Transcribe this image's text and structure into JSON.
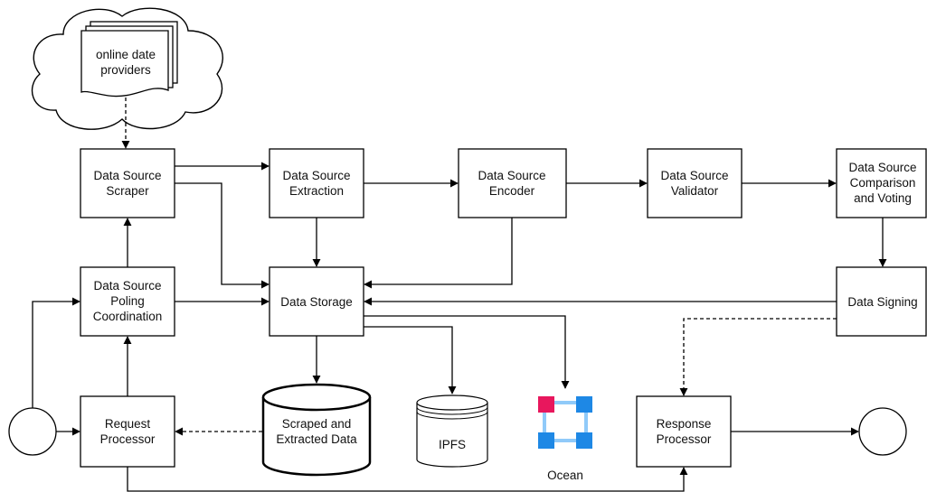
{
  "nodes": {
    "providers": {
      "line1": "online date",
      "line2": "providers"
    },
    "scraper": {
      "line1": "Data Source",
      "line2": "Scraper"
    },
    "extraction": {
      "line1": "Data Source",
      "line2": "Extraction"
    },
    "encoder": {
      "line1": "Data Source",
      "line2": "Encoder"
    },
    "validator": {
      "line1": "Data Source",
      "line2": "Validator"
    },
    "comparison": {
      "line1": "Data Source",
      "line2": "Comparison",
      "line3": "and Voting"
    },
    "polling": {
      "line1": "Data Source",
      "line2": "Poling",
      "line3": "Coordination"
    },
    "storage": {
      "label": "Data Storage"
    },
    "signing": {
      "label": "Data Signing"
    },
    "request": {
      "line1": "Request",
      "line2": "Processor"
    },
    "scraped_db": {
      "line1": "Scraped and",
      "line2": "Extracted Data"
    },
    "ipfs": {
      "label": "IPFS"
    },
    "ocean": {
      "label": "Ocean"
    },
    "response": {
      "line1": "Response",
      "line2": "Processor"
    }
  },
  "colors": {
    "stroke": "#000000",
    "ocean_node_red": "#e8175d",
    "ocean_node_blue": "#1e88e5",
    "ocean_link": "#90caf9"
  }
}
